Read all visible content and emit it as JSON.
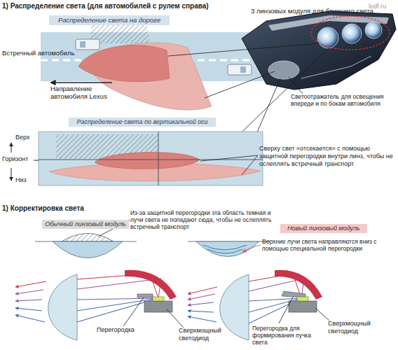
{
  "diagram": {
    "title": "1) Распределение света (для автомобилей с рулем справа)",
    "nodes": [
      {
        "text": [
          "Распределение света на дороге"
        ]
      },
      {
        "text": [
          "Распределение света по вертикальной оси"
        ]
      },
      {
        "text": [
          "Обычный линзовый модуль"
        ]
      },
      {
        "text": [
          "Новый линзовый модуль"
        ]
      }
    ],
    "labels": [
      "ledf.ru",
      "3 линзовых модуля для ближнего света",
      "Встречный автомобиль",
      "Направление автомобиля Lexus",
      "Светоотражатель для освещения впереди и по бокам автомобиля",
      "Верх",
      "Горизонт",
      "Низ",
      "Сверху свет «отсекается» с помощью защитной перегородки внутри линз, чтобы не ослеплять встречный транспорт",
      "1) Корректировка света",
      "Из-за защитной перегородки эта область темная и лучи света не попадают сюда, чтобы не ослеплять встречный транспорт",
      "Верхние лучи света направляются вниз с помощью специальной перегородки",
      "Перегородка",
      "Сверхмощный светодиод",
      "Перегородка для формирования пучка света",
      "Сверхмощный светодиод"
    ]
  }
}
